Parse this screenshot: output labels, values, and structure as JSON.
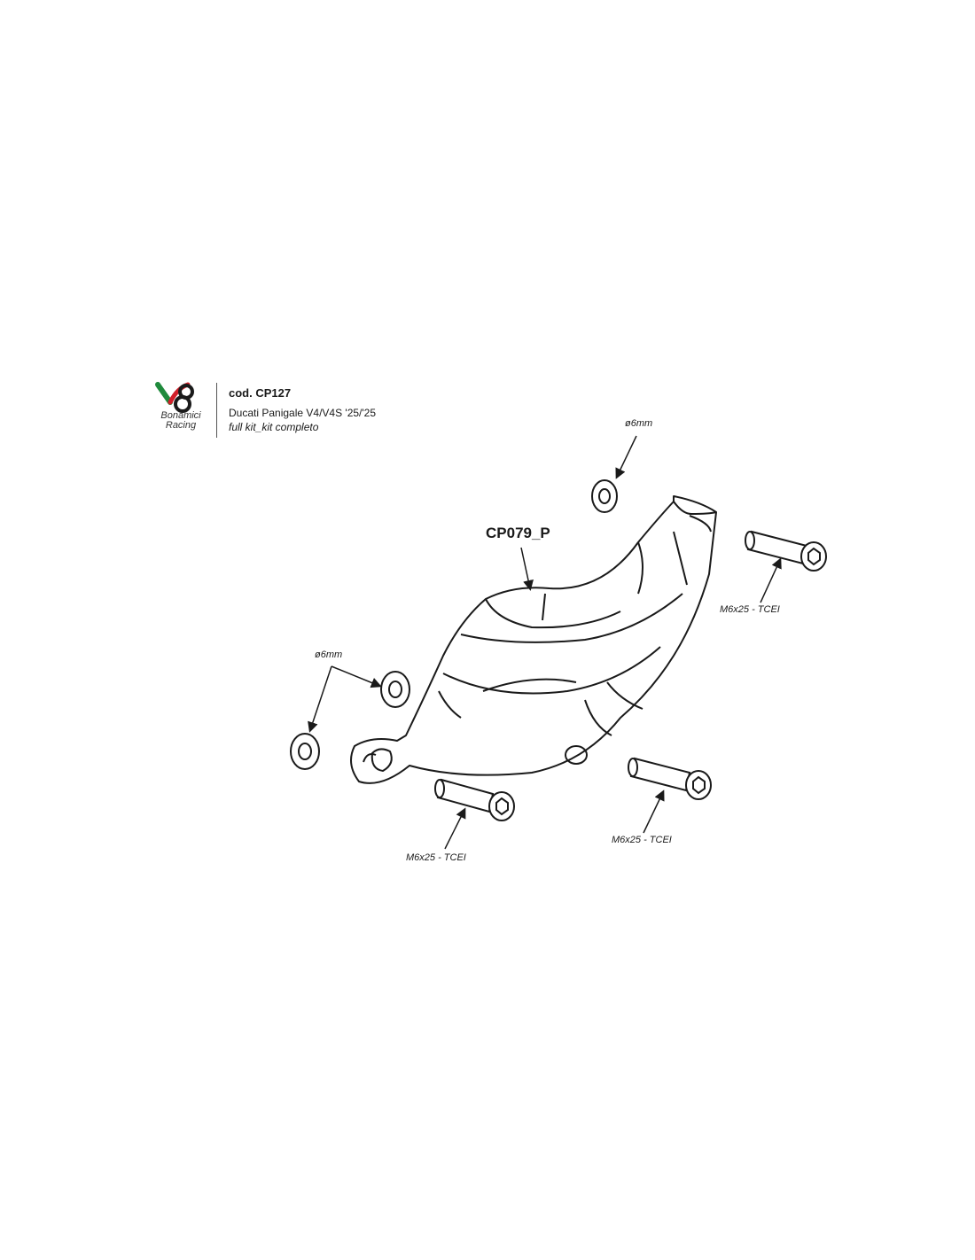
{
  "brand": {
    "logo_text_line1": "Bonamici",
    "logo_text_line2": "Racing",
    "colors": {
      "green": "#1f8a3c",
      "red": "#d11f2a",
      "black": "#1a1a1a"
    }
  },
  "header": {
    "code": "cod. CP127",
    "model": "Ducati Panigale V4/V4S '25/'25",
    "kit": "full kit_kit completo"
  },
  "parts": {
    "cover": "CP079_P",
    "washer_top": "ø6mm",
    "washer_left": "ø6mm",
    "bolt_right": "M6x25 - TCEI",
    "bolt_bottom_left": "M6x25 - TCEI",
    "bolt_bottom_right": "M6x25 - TCEI"
  }
}
